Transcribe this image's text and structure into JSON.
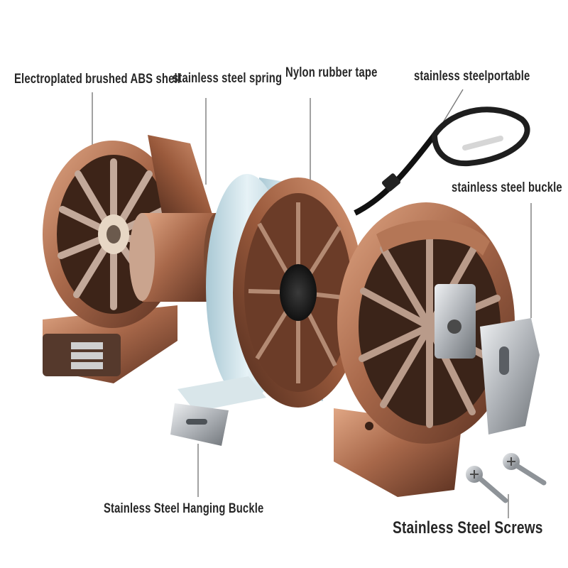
{
  "labels": {
    "shell": "Electroplated brushed ABS shell",
    "spring": "stainless steel spring",
    "tape": "Nylon rubber tape",
    "portable": "stainless steelportable",
    "buckle": "stainless steel buckle",
    "hanging_buckle": "Stainless Steel Hanging Buckle",
    "screws": "Stainless Steel Screws"
  },
  "colors": {
    "copper": "#9a5a3c",
    "copper_light": "#d89a76",
    "copper_dark": "#5e3322",
    "steel": "#b9bcc0",
    "tape": "#cfe4ec",
    "leader_line": "#7a7a7a"
  }
}
